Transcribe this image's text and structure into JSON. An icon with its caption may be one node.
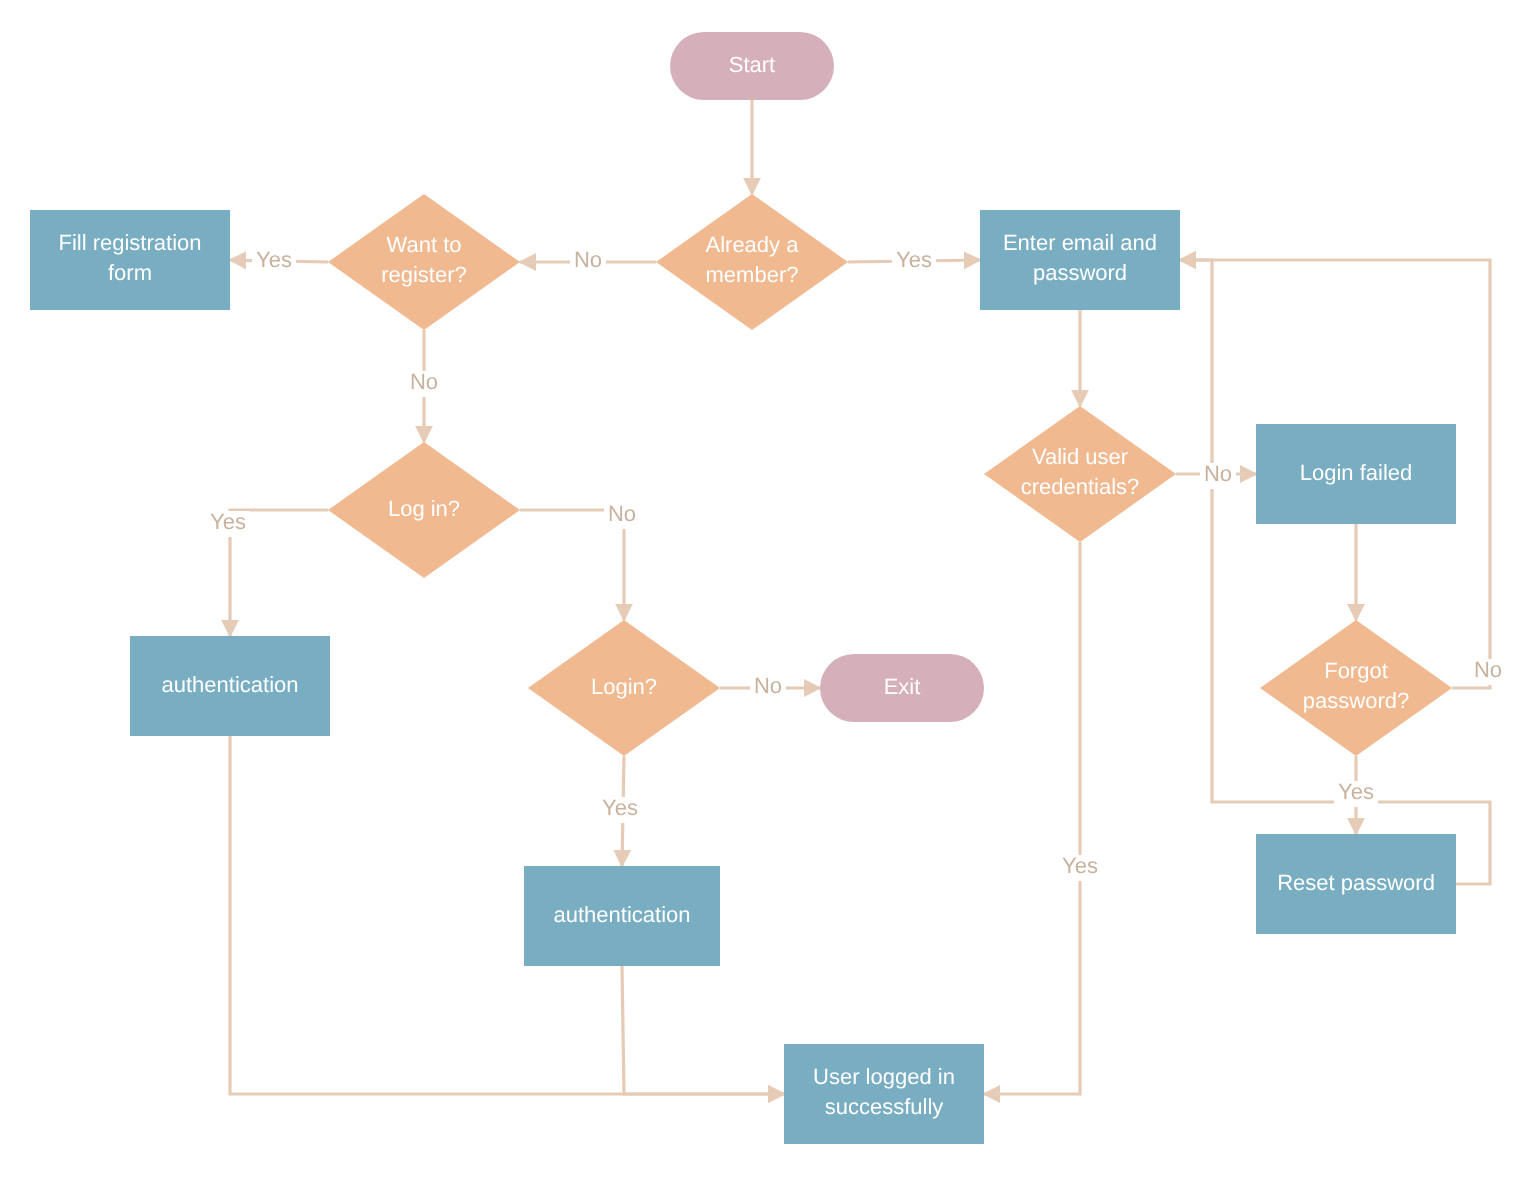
{
  "diagram": {
    "nodes": [
      {
        "text": [
          "Start"
        ]
      },
      {
        "text": [
          "Already a member?"
        ]
      },
      {
        "text": [
          "Want to register?"
        ]
      },
      {
        "text": [
          "Fill registration form"
        ]
      },
      {
        "text": [
          "Enter email and password"
        ]
      },
      {
        "text": [
          "Log in?"
        ]
      },
      {
        "text": [
          "Valid user credentials?"
        ]
      },
      {
        "text": [
          "Login failed"
        ]
      },
      {
        "text": [
          "authentication"
        ]
      },
      {
        "text": [
          "Login?"
        ]
      },
      {
        "text": [
          "Exit"
        ]
      },
      {
        "text": [
          "Forgot password?"
        ]
      },
      {
        "text": [
          "Reset password"
        ]
      },
      {
        "text": [
          "authentication"
        ]
      },
      {
        "text": [
          "User logged in successfully"
        ]
      }
    ],
    "edges": [
      {
        "from": 0,
        "to": 1,
        "arrow": "to"
      },
      {
        "from": 1,
        "to": 2,
        "arrow": "to",
        "label": "No"
      },
      {
        "from": 1,
        "to": 4,
        "arrow": "to",
        "label": "Yes"
      },
      {
        "from": 2,
        "to": 3,
        "arrow": "to",
        "label": "Yes"
      },
      {
        "from": 2,
        "to": 5,
        "arrow": "to",
        "label": "No"
      },
      {
        "from": 4,
        "to": 6,
        "arrow": "to"
      },
      {
        "from": 6,
        "to": 7,
        "arrow": "to",
        "label": "No"
      },
      {
        "from": 6,
        "to": 14,
        "arrow": "to",
        "label": "Yes"
      },
      {
        "from": 5,
        "to": 8,
        "arrow": "to",
        "label": "Yes"
      },
      {
        "from": 5,
        "to": 9,
        "arrow": "to",
        "label": "No"
      },
      {
        "from": 9,
        "to": 10,
        "arrow": "to",
        "label": "No"
      },
      {
        "from": 11,
        "to": 4,
        "arrow": "to",
        "label": "No"
      },
      {
        "from": 11,
        "to": 12,
        "arrow": "to",
        "label": "Yes"
      },
      {
        "from": 7,
        "to": 11,
        "arrow": "to"
      },
      {
        "from": 12,
        "to": 4,
        "arrow": "to"
      },
      {
        "from": 8,
        "to": 14,
        "arrow": "to"
      },
      {
        "from": 13,
        "to": 14,
        "arrow": "to"
      },
      {
        "from": 9,
        "to": 13,
        "arrow": "to",
        "label": "Yes"
      }
    ]
  }
}
